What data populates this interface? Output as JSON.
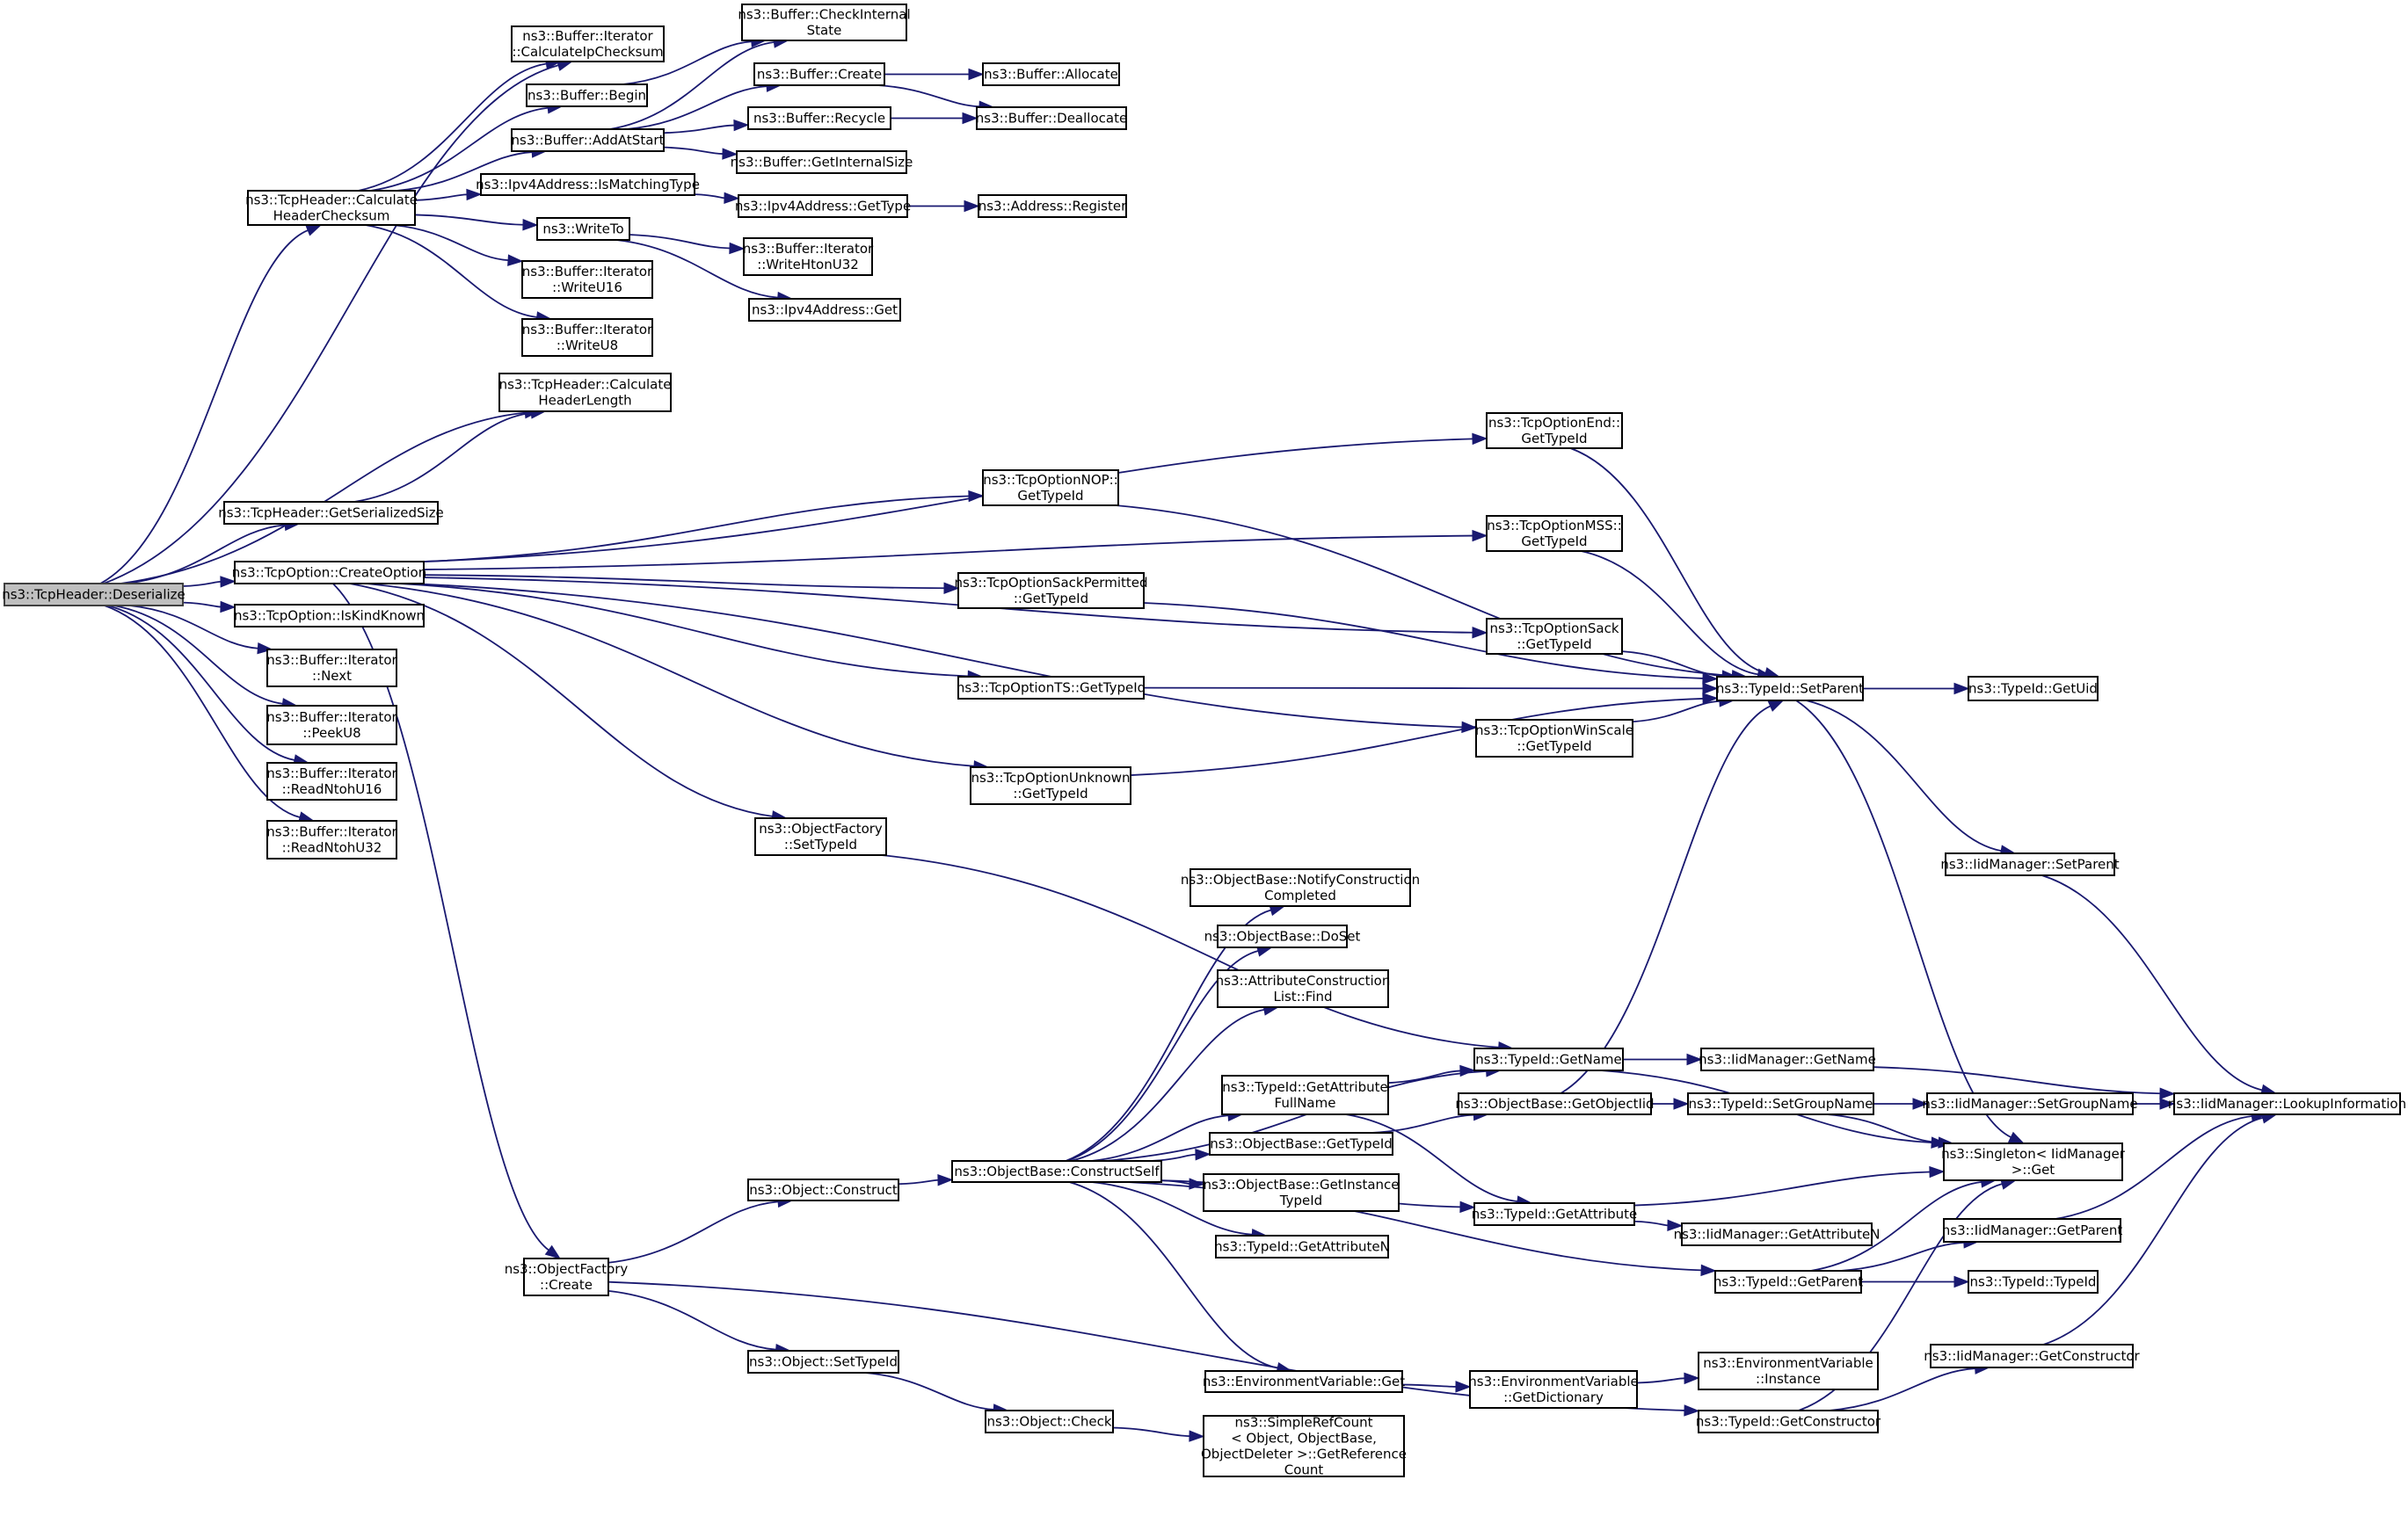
{
  "title": "ns3::TcpHeader::Deserialize call graph",
  "colors": {
    "edge": "#191970",
    "root_fill": "#bfbfbf",
    "node_fill": "#ffffff",
    "node_border": "#000000"
  },
  "nodes": [
    {
      "id": "deserialize",
      "lines": [
        "ns3::TcpHeader::Deserialize"
      ],
      "root": true
    },
    {
      "id": "calcIpChecksum",
      "lines": [
        "ns3::Buffer::Iterator",
        "::CalculateIpChecksum"
      ]
    },
    {
      "id": "checkInternalState",
      "lines": [
        "ns3::Buffer::CheckInternal",
        "State"
      ]
    },
    {
      "id": "bufBegin",
      "lines": [
        "ns3::Buffer::Begin"
      ]
    },
    {
      "id": "bufCreate",
      "lines": [
        "ns3::Buffer::Create"
      ]
    },
    {
      "id": "bufAllocate",
      "lines": [
        "ns3::Buffer::Allocate"
      ]
    },
    {
      "id": "bufAddAtStart",
      "lines": [
        "ns3::Buffer::AddAtStart"
      ]
    },
    {
      "id": "bufRecycle",
      "lines": [
        "ns3::Buffer::Recycle"
      ]
    },
    {
      "id": "bufDeallocate",
      "lines": [
        "ns3::Buffer::Deallocate"
      ]
    },
    {
      "id": "bufGetInternalSize",
      "lines": [
        "ns3::Buffer::GetInternalSize"
      ]
    },
    {
      "id": "calcHeaderChecksum",
      "lines": [
        "ns3::TcpHeader::Calculate",
        "HeaderChecksum"
      ]
    },
    {
      "id": "ipv4IsMatchingType",
      "lines": [
        "ns3::Ipv4Address::IsMatchingType"
      ]
    },
    {
      "id": "ipv4GetType",
      "lines": [
        "ns3::Ipv4Address::GetType"
      ]
    },
    {
      "id": "addressRegister",
      "lines": [
        "ns3::Address::Register"
      ]
    },
    {
      "id": "writeTo",
      "lines": [
        "ns3::WriteTo"
      ]
    },
    {
      "id": "writeHtonU32",
      "lines": [
        "ns3::Buffer::Iterator",
        "::WriteHtonU32"
      ]
    },
    {
      "id": "ipv4Get",
      "lines": [
        "ns3::Ipv4Address::Get"
      ]
    },
    {
      "id": "writeU16",
      "lines": [
        "ns3::Buffer::Iterator",
        "::WriteU16"
      ]
    },
    {
      "id": "writeU8",
      "lines": [
        "ns3::Buffer::Iterator",
        "::WriteU8"
      ]
    },
    {
      "id": "calcHeaderLength",
      "lines": [
        "ns3::TcpHeader::Calculate",
        "HeaderLength"
      ]
    },
    {
      "id": "getSerializedSize",
      "lines": [
        "ns3::TcpHeader::GetSerializedSize"
      ]
    },
    {
      "id": "createOption",
      "lines": [
        "ns3::TcpOption::CreateOption"
      ]
    },
    {
      "id": "isKindKnown",
      "lines": [
        "ns3::TcpOption::IsKindKnown"
      ]
    },
    {
      "id": "iterNext",
      "lines": [
        "ns3::Buffer::Iterator",
        "::Next"
      ]
    },
    {
      "id": "iterPeekU8",
      "lines": [
        "ns3::Buffer::Iterator",
        "::PeekU8"
      ]
    },
    {
      "id": "iterReadNtohU16",
      "lines": [
        "ns3::Buffer::Iterator",
        "::ReadNtohU16"
      ]
    },
    {
      "id": "iterReadNtohU32",
      "lines": [
        "ns3::Buffer::Iterator",
        "::ReadNtohU32"
      ]
    },
    {
      "id": "optEnd",
      "lines": [
        "ns3::TcpOptionEnd::",
        "GetTypeId"
      ]
    },
    {
      "id": "optNop",
      "lines": [
        "ns3::TcpOptionNOP::",
        "GetTypeId"
      ]
    },
    {
      "id": "optMss",
      "lines": [
        "ns3::TcpOptionMSS::",
        "GetTypeId"
      ]
    },
    {
      "id": "optSackPerm",
      "lines": [
        "ns3::TcpOptionSackPermitted",
        "::GetTypeId"
      ]
    },
    {
      "id": "optSack",
      "lines": [
        "ns3::TcpOptionSack",
        "::GetTypeId"
      ]
    },
    {
      "id": "optTs",
      "lines": [
        "ns3::TcpOptionTS::GetTypeId"
      ]
    },
    {
      "id": "optWinScale",
      "lines": [
        "ns3::TcpOptionWinScale",
        "::GetTypeId"
      ]
    },
    {
      "id": "optUnknown",
      "lines": [
        "ns3::TcpOptionUnknown",
        "::GetTypeId"
      ]
    },
    {
      "id": "ofSetTypeId",
      "lines": [
        "ns3::ObjectFactory",
        "::SetTypeId"
      ]
    },
    {
      "id": "typeIdSetParent",
      "lines": [
        "ns3::TypeId::SetParent"
      ]
    },
    {
      "id": "typeIdGetUid",
      "lines": [
        "ns3::TypeId::GetUid"
      ]
    },
    {
      "id": "iidSetParent",
      "lines": [
        "ns3::IidManager::SetParent"
      ]
    },
    {
      "id": "notifyConstruction",
      "lines": [
        "ns3::ObjectBase::NotifyConstruction",
        "Completed"
      ]
    },
    {
      "id": "doSet",
      "lines": [
        "ns3::ObjectBase::DoSet"
      ]
    },
    {
      "id": "attrFind",
      "lines": [
        "ns3::AttributeConstruction",
        "List::Find"
      ]
    },
    {
      "id": "typeIdGetName",
      "lines": [
        "ns3::TypeId::GetName"
      ]
    },
    {
      "id": "iidGetName",
      "lines": [
        "ns3::IidManager::GetName"
      ]
    },
    {
      "id": "getAttrFullName",
      "lines": [
        "ns3::TypeId::GetAttribute",
        "FullName"
      ]
    },
    {
      "id": "getObjectIid",
      "lines": [
        "ns3::ObjectBase::GetObjectIid"
      ]
    },
    {
      "id": "typeIdSetGroupName",
      "lines": [
        "ns3::TypeId::SetGroupName"
      ]
    },
    {
      "id": "iidSetGroupName",
      "lines": [
        "ns3::IidManager::SetGroupName"
      ]
    },
    {
      "id": "iidLookup",
      "lines": [
        "ns3::IidManager::LookupInformation"
      ]
    },
    {
      "id": "obGetTypeId",
      "lines": [
        "ns3::ObjectBase::GetTypeId"
      ]
    },
    {
      "id": "singletonGet",
      "lines": [
        "ns3::Singleton< IidManager",
        ">::Get"
      ]
    },
    {
      "id": "constructSelf",
      "lines": [
        "ns3::ObjectBase::ConstructSelf"
      ]
    },
    {
      "id": "objConstruct",
      "lines": [
        "ns3::Object::Construct"
      ]
    },
    {
      "id": "getInstanceTypeId",
      "lines": [
        "ns3::ObjectBase::GetInstance",
        "TypeId"
      ]
    },
    {
      "id": "typeIdGetAttribute",
      "lines": [
        "ns3::TypeId::GetAttribute"
      ]
    },
    {
      "id": "iidGetAttributeN",
      "lines": [
        "ns3::IidManager::GetAttributeN"
      ]
    },
    {
      "id": "iidGetParent",
      "lines": [
        "ns3::IidManager::GetParent"
      ]
    },
    {
      "id": "typeIdGetAttributeN",
      "lines": [
        "ns3::TypeId::GetAttributeN"
      ]
    },
    {
      "id": "ofCreate",
      "lines": [
        "ns3::ObjectFactory",
        "::Create"
      ]
    },
    {
      "id": "typeIdGetParent",
      "lines": [
        "ns3::TypeId::GetParent"
      ]
    },
    {
      "id": "typeIdTypeId",
      "lines": [
        "ns3::TypeId::TypeId"
      ]
    },
    {
      "id": "iidGetConstructor",
      "lines": [
        "ns3::IidManager::GetConstructor"
      ]
    },
    {
      "id": "envVarInstance",
      "lines": [
        "ns3::EnvironmentVariable",
        "::Instance"
      ]
    },
    {
      "id": "objSetTypeId",
      "lines": [
        "ns3::Object::SetTypeId"
      ]
    },
    {
      "id": "envVarGet",
      "lines": [
        "ns3::EnvironmentVariable::Get"
      ]
    },
    {
      "id": "envVarGetDictionary",
      "lines": [
        "ns3::EnvironmentVariable",
        "::GetDictionary"
      ]
    },
    {
      "id": "objCheck",
      "lines": [
        "ns3::Object::Check"
      ]
    },
    {
      "id": "typeIdGetConstructor",
      "lines": [
        "ns3::TypeId::GetConstructor"
      ]
    },
    {
      "id": "simpleRefCount",
      "lines": [
        "ns3::SimpleRefCount",
        "< Object, ObjectBase,",
        "ObjectDeleter >::GetReference",
        "Count"
      ]
    }
  ],
  "edges": [
    [
      "deserialize",
      "calcIpChecksum"
    ],
    [
      "deserialize",
      "calcHeaderChecksum"
    ],
    [
      "deserialize",
      "calcHeaderLength"
    ],
    [
      "deserialize",
      "getSerializedSize"
    ],
    [
      "deserialize",
      "createOption"
    ],
    [
      "deserialize",
      "isKindKnown"
    ],
    [
      "deserialize",
      "iterNext"
    ],
    [
      "deserialize",
      "iterPeekU8"
    ],
    [
      "deserialize",
      "iterReadNtohU16"
    ],
    [
      "deserialize",
      "iterReadNtohU32"
    ],
    [
      "calcHeaderChecksum",
      "calcIpChecksum"
    ],
    [
      "calcHeaderChecksum",
      "bufBegin"
    ],
    [
      "calcHeaderChecksum",
      "bufAddAtStart"
    ],
    [
      "calcHeaderChecksum",
      "ipv4IsMatchingType"
    ],
    [
      "calcHeaderChecksum",
      "writeTo"
    ],
    [
      "calcHeaderChecksum",
      "writeU16"
    ],
    [
      "calcHeaderChecksum",
      "writeU8"
    ],
    [
      "bufBegin",
      "checkInternalState"
    ],
    [
      "bufAddAtStart",
      "checkInternalState"
    ],
    [
      "bufAddAtStart",
      "bufCreate"
    ],
    [
      "bufAddAtStart",
      "bufRecycle"
    ],
    [
      "bufAddAtStart",
      "bufGetInternalSize"
    ],
    [
      "bufCreate",
      "bufAllocate"
    ],
    [
      "bufCreate",
      "bufDeallocate"
    ],
    [
      "bufRecycle",
      "bufDeallocate"
    ],
    [
      "ipv4IsMatchingType",
      "ipv4GetType"
    ],
    [
      "ipv4GetType",
      "addressRegister"
    ],
    [
      "writeTo",
      "writeHtonU32"
    ],
    [
      "writeTo",
      "ipv4Get"
    ],
    [
      "getSerializedSize",
      "calcHeaderLength"
    ],
    [
      "createOption",
      "optEnd"
    ],
    [
      "createOption",
      "optNop"
    ],
    [
      "createOption",
      "optMss"
    ],
    [
      "createOption",
      "optSackPerm"
    ],
    [
      "createOption",
      "optSack"
    ],
    [
      "createOption",
      "optTs"
    ],
    [
      "createOption",
      "optWinScale"
    ],
    [
      "createOption",
      "optUnknown"
    ],
    [
      "createOption",
      "ofSetTypeId"
    ],
    [
      "createOption",
      "ofCreate"
    ],
    [
      "optEnd",
      "typeIdSetParent"
    ],
    [
      "optNop",
      "typeIdSetParent"
    ],
    [
      "optMss",
      "typeIdSetParent"
    ],
    [
      "optSackPerm",
      "typeIdSetParent"
    ],
    [
      "optSack",
      "typeIdSetParent"
    ],
    [
      "optTs",
      "typeIdSetParent"
    ],
    [
      "optWinScale",
      "typeIdSetParent"
    ],
    [
      "optUnknown",
      "typeIdSetParent"
    ],
    [
      "typeIdSetParent",
      "typeIdGetUid"
    ],
    [
      "typeIdSetParent",
      "iidSetParent"
    ],
    [
      "typeIdSetParent",
      "singletonGet"
    ],
    [
      "iidSetParent",
      "iidLookup"
    ],
    [
      "ofSetTypeId",
      "typeIdGetName"
    ],
    [
      "typeIdGetName",
      "iidGetName"
    ],
    [
      "typeIdGetName",
      "singletonGet"
    ],
    [
      "iidGetName",
      "iidLookup"
    ],
    [
      "getAttrFullName",
      "typeIdGetName"
    ],
    [
      "getAttrFullName",
      "typeIdGetAttribute"
    ],
    [
      "getObjectIid",
      "typeIdSetParent"
    ],
    [
      "getObjectIid",
      "typeIdSetGroupName"
    ],
    [
      "typeIdSetGroupName",
      "iidSetGroupName"
    ],
    [
      "typeIdSetGroupName",
      "singletonGet"
    ],
    [
      "iidSetGroupName",
      "iidLookup"
    ],
    [
      "obGetTypeId",
      "getObjectIid"
    ],
    [
      "typeIdGetAttribute",
      "singletonGet"
    ],
    [
      "typeIdGetAttribute",
      "iidGetAttributeN"
    ],
    [
      "typeIdGetParent",
      "singletonGet"
    ],
    [
      "typeIdGetParent",
      "iidGetParent"
    ],
    [
      "typeIdGetParent",
      "typeIdTypeId"
    ],
    [
      "iidGetParent",
      "iidLookup"
    ],
    [
      "iidGetConstructor",
      "iidLookup"
    ],
    [
      "typeIdGetConstructor",
      "singletonGet"
    ],
    [
      "typeIdGetConstructor",
      "iidGetConstructor"
    ],
    [
      "constructSelf",
      "notifyConstruction"
    ],
    [
      "constructSelf",
      "doSet"
    ],
    [
      "constructSelf",
      "attrFind"
    ],
    [
      "constructSelf",
      "typeIdGetName"
    ],
    [
      "constructSelf",
      "getAttrFullName"
    ],
    [
      "constructSelf",
      "obGetTypeId"
    ],
    [
      "constructSelf",
      "getInstanceTypeId"
    ],
    [
      "constructSelf",
      "typeIdGetAttributeN"
    ],
    [
      "constructSelf",
      "typeIdGetAttribute"
    ],
    [
      "constructSelf",
      "typeIdGetParent"
    ],
    [
      "constructSelf",
      "envVarGet"
    ],
    [
      "envVarGet",
      "envVarGetDictionary"
    ],
    [
      "envVarGetDictionary",
      "envVarInstance"
    ],
    [
      "objConstruct",
      "constructSelf"
    ],
    [
      "ofCreate",
      "objConstruct"
    ],
    [
      "ofCreate",
      "objSetTypeId"
    ],
    [
      "ofCreate",
      "typeIdGetConstructor"
    ],
    [
      "objSetTypeId",
      "objCheck"
    ],
    [
      "objCheck",
      "simpleRefCount"
    ]
  ]
}
